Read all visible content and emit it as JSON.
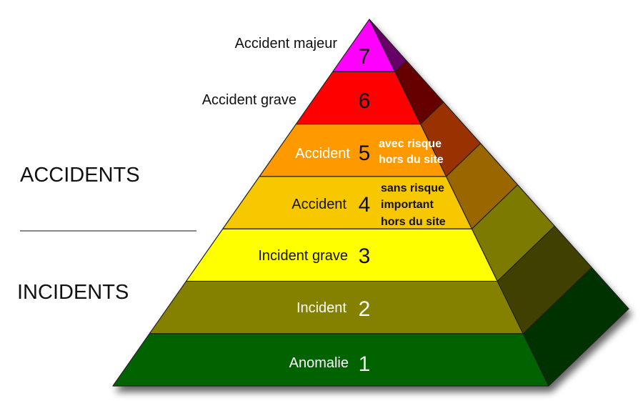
{
  "title_accidents": "ACCIDENTS",
  "title_incidents": "INCIDENTS",
  "levels": [
    {
      "number": "1",
      "label": "Anomalie",
      "front_color": "#006400",
      "side_color": "#003300",
      "label_color": "#ffffff",
      "number_color": "#e8e8e8"
    },
    {
      "number": "2",
      "label": "Incident",
      "front_color": "#848000",
      "side_color": "#404000",
      "label_color": "#ffffff",
      "number_color": "#ffffff"
    },
    {
      "number": "3",
      "label": "Incident grave",
      "front_color": "#ffff00",
      "side_color": "#7c7a00",
      "label_color": "#111111",
      "number_color": "#111111"
    },
    {
      "number": "4",
      "label": "Accident",
      "note": [
        "sans risque",
        "important",
        "hors du site"
      ],
      "front_color": "#f7c800",
      "side_color": "#996600",
      "label_color": "#111111",
      "number_color": "#111111"
    },
    {
      "number": "5",
      "label": "Accident",
      "note": [
        "avec risque",
        "hors du site"
      ],
      "front_color": "#ff9900",
      "side_color": "#993300",
      "label_color": "#ffffff",
      "number_color": "#111111"
    },
    {
      "number": "6",
      "outside_label": "Accident grave",
      "front_color": "#ff0000",
      "side_color": "#660000",
      "number_color": "#111111"
    },
    {
      "number": "7",
      "outside_label": "Accident majeur",
      "front_color": "#ff00ff",
      "side_color": "#660066",
      "number_color": "#111111"
    }
  ]
}
